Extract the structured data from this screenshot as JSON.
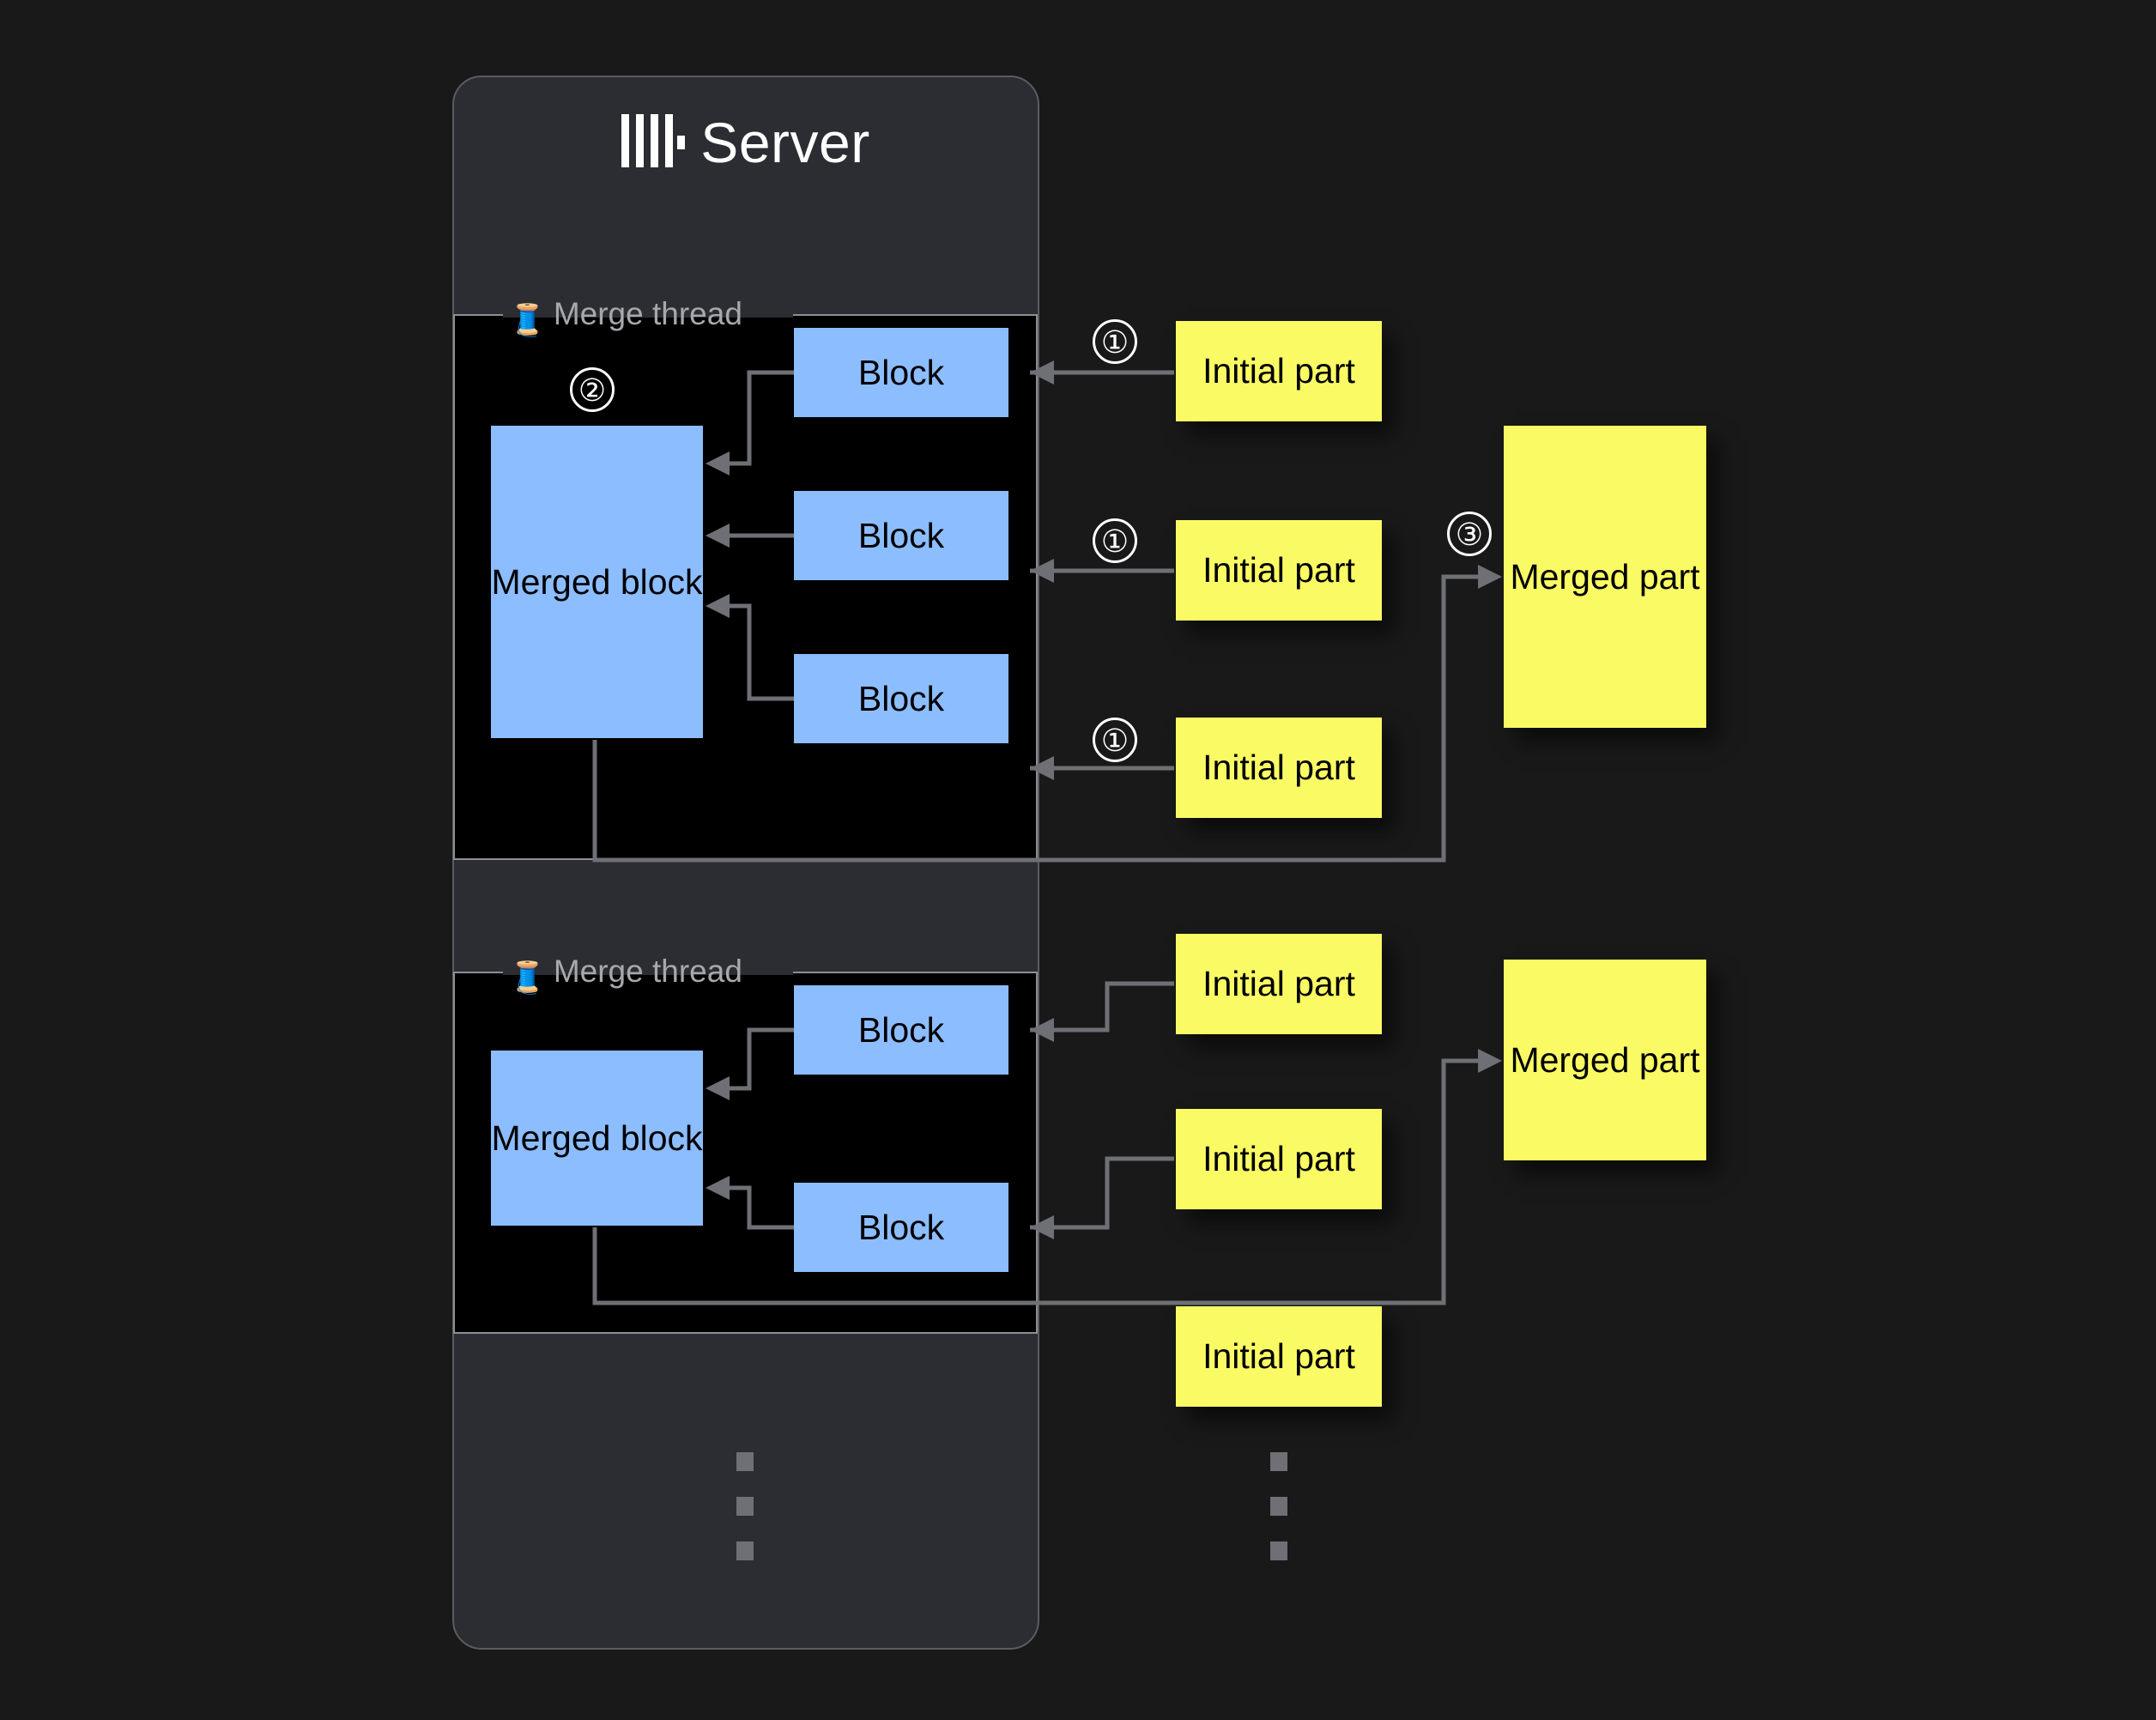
{
  "server": {
    "title": "Server",
    "logo_icon": "clickhouse-logo-icon"
  },
  "threads": [
    {
      "label": "Merge thread",
      "icon": "thread-spool-icon",
      "merged_block": "Merged\nblock",
      "blocks": [
        "Block",
        "Block",
        "Block"
      ]
    },
    {
      "label": "Merge thread",
      "icon": "thread-spool-icon",
      "merged_block": "Merged\nblock",
      "blocks": [
        "Block",
        "Block"
      ]
    }
  ],
  "steps": {
    "one": "①",
    "two": "②",
    "three": "③"
  },
  "parts": {
    "group1": [
      "Initial\npart",
      "Initial\npart",
      "Initial\npart"
    ],
    "group2": [
      "Initial\npart",
      "Initial\npart",
      "Initial\npart"
    ],
    "merged1": "Merged\npart",
    "merged2": "Merged\npart"
  },
  "labels": {
    "block": "Block",
    "merged_block": "Merged block",
    "initial_part": "Initial part",
    "merged_part": "Merged part"
  },
  "colors": {
    "background": "#191919",
    "card": "#2b2d33",
    "card_border": "#5a5c61",
    "thread_bg": "#000000",
    "thread_border": "#8d8f93",
    "block": "#8cbdff",
    "part": "#fafa64",
    "wire": "#6e7075",
    "text_light": "#ffffff",
    "text_muted": "#a6a8ac",
    "text_dark": "#000000"
  }
}
